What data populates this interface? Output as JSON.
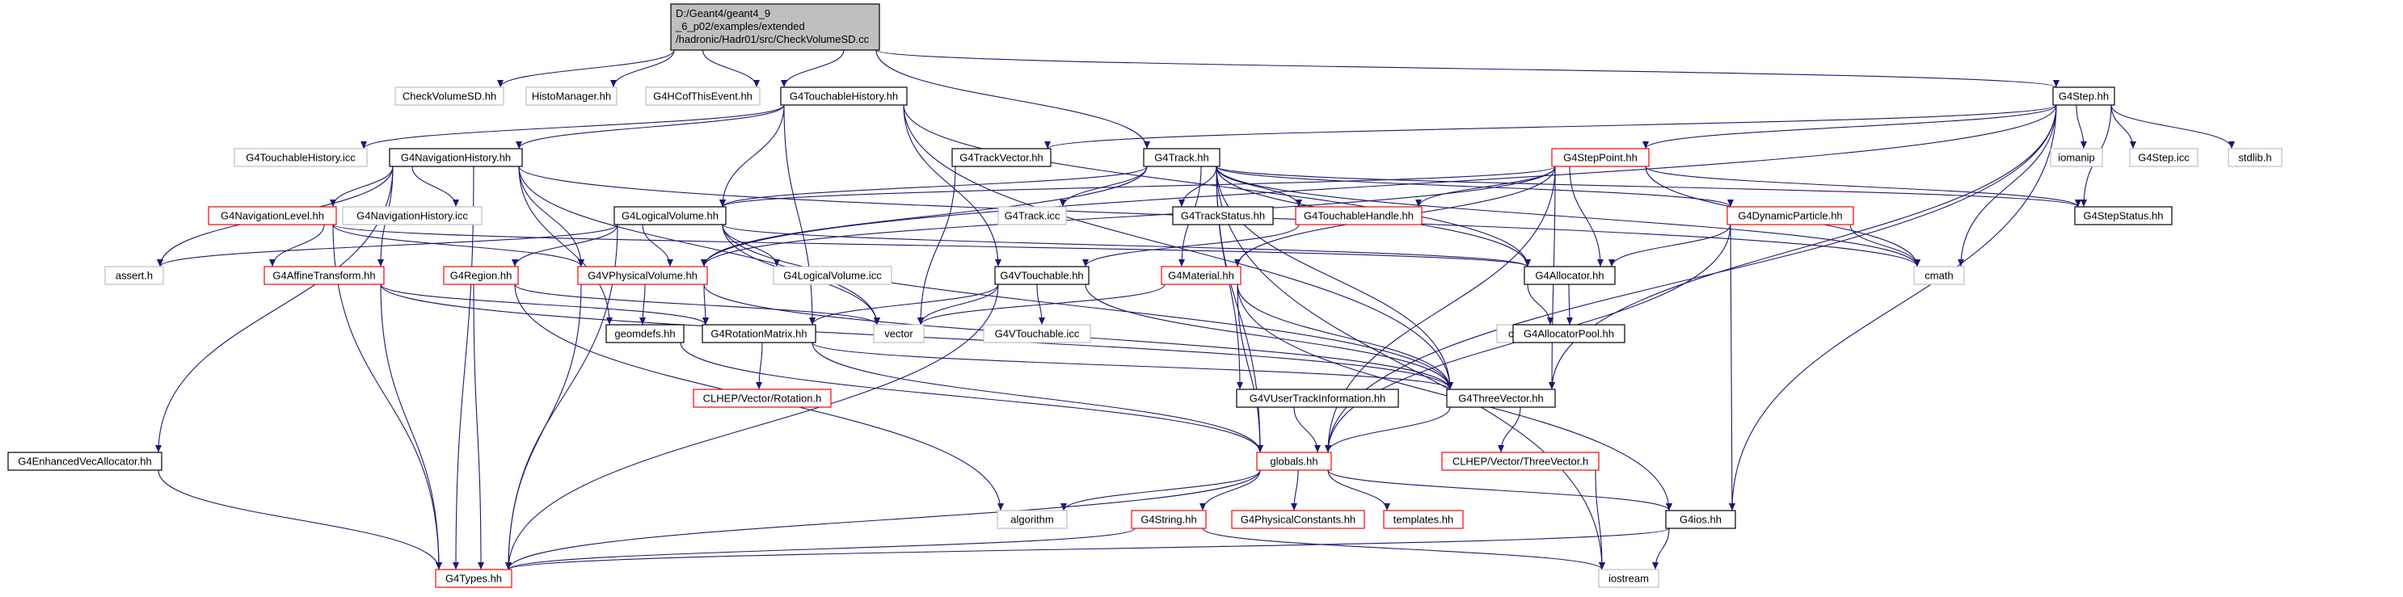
{
  "colors": {
    "edge": "#191970",
    "node_black": "#000000",
    "node_gray": "#bfbfbf",
    "node_red": "#ff0000",
    "root_fill": "#bfbfbf",
    "text": "#000000"
  },
  "diagram": {
    "nodes": [
      {
        "id": "root",
        "label": "D:/Geant4/geant4_9\n_6_p02/examples/extended\n/hadronic/Hadr01/src/CheckVolumeSD.cc",
        "border": "black",
        "root": true
      },
      {
        "id": "CheckVolumeSD",
        "label": "CheckVolumeSD.hh",
        "border": "gray"
      },
      {
        "id": "HistoManager",
        "label": "HistoManager.hh",
        "border": "gray"
      },
      {
        "id": "G4HCofThisEvent",
        "label": "G4HCofThisEvent.hh",
        "border": "gray"
      },
      {
        "id": "G4TouchableHistory",
        "label": "G4TouchableHistory.hh",
        "border": "black"
      },
      {
        "id": "G4Step",
        "label": "G4Step.hh",
        "border": "black"
      },
      {
        "id": "G4TouchableHistoryIcc",
        "label": "G4TouchableHistory.icc",
        "border": "gray"
      },
      {
        "id": "G4NavigationHistory",
        "label": "G4NavigationHistory.hh",
        "border": "black"
      },
      {
        "id": "G4TrackVector",
        "label": "G4TrackVector.hh",
        "border": "black"
      },
      {
        "id": "G4Track",
        "label": "G4Track.hh",
        "border": "black"
      },
      {
        "id": "G4StepPoint",
        "label": "G4StepPoint.hh",
        "border": "red"
      },
      {
        "id": "iomanip",
        "label": "iomanip",
        "border": "gray"
      },
      {
        "id": "G4StepIcc",
        "label": "G4Step.icc",
        "border": "gray"
      },
      {
        "id": "stdlib",
        "label": "stdlib.h",
        "border": "gray"
      },
      {
        "id": "G4NavigationLevel",
        "label": "G4NavigationLevel.hh",
        "border": "red"
      },
      {
        "id": "G4NavigationHistoryIcc",
        "label": "G4NavigationHistory.icc",
        "border": "gray"
      },
      {
        "id": "G4LogicalVolume",
        "label": "G4LogicalVolume.hh",
        "border": "black"
      },
      {
        "id": "G4TrackIcc",
        "label": "G4Track.icc",
        "border": "gray"
      },
      {
        "id": "G4TrackStatus",
        "label": "G4TrackStatus.hh",
        "border": "black"
      },
      {
        "id": "G4TouchableHandle",
        "label": "G4TouchableHandle.hh",
        "border": "red"
      },
      {
        "id": "G4DynamicParticle",
        "label": "G4DynamicParticle.hh",
        "border": "red"
      },
      {
        "id": "G4StepStatus",
        "label": "G4StepStatus.hh",
        "border": "black"
      },
      {
        "id": "assert",
        "label": "assert.h",
        "border": "gray"
      },
      {
        "id": "G4AffineTransform",
        "label": "G4AffineTransform.hh",
        "border": "red"
      },
      {
        "id": "G4Region",
        "label": "G4Region.hh",
        "border": "red"
      },
      {
        "id": "G4VPhysicalVolume",
        "label": "G4VPhysicalVolume.hh",
        "border": "red"
      },
      {
        "id": "G4LogicalVolumeIcc",
        "label": "G4LogicalVolume.icc",
        "border": "gray"
      },
      {
        "id": "G4VTouchable",
        "label": "G4VTouchable.hh",
        "border": "black"
      },
      {
        "id": "G4Material",
        "label": "G4Material.hh",
        "border": "red"
      },
      {
        "id": "G4Allocator",
        "label": "G4Allocator.hh",
        "border": "black"
      },
      {
        "id": "cmath",
        "label": "cmath",
        "border": "gray"
      },
      {
        "id": "geomdefs",
        "label": "geomdefs.hh",
        "border": "black"
      },
      {
        "id": "G4RotationMatrix",
        "label": "G4RotationMatrix.hh",
        "border": "black"
      },
      {
        "id": "vector",
        "label": "vector",
        "border": "gray"
      },
      {
        "id": "G4VTouchableIcc",
        "label": "G4VTouchable.icc",
        "border": "gray"
      },
      {
        "id": "cstddef",
        "label": "cstddef",
        "border": "gray"
      },
      {
        "id": "G4AllocatorPool",
        "label": "G4AllocatorPool.hh",
        "border": "black"
      },
      {
        "id": "CLHEPRotation",
        "label": "CLHEP/Vector/Rotation.h",
        "border": "red"
      },
      {
        "id": "G4VUserTrackInformation",
        "label": "G4VUserTrackInformation.hh",
        "border": "black"
      },
      {
        "id": "G4ThreeVector",
        "label": "G4ThreeVector.hh",
        "border": "black"
      },
      {
        "id": "G4EnhancedVecAllocator",
        "label": "G4EnhancedVecAllocator.hh",
        "border": "black"
      },
      {
        "id": "CLHEPThreeVector",
        "label": "CLHEP/Vector/ThreeVector.h",
        "border": "red"
      },
      {
        "id": "globals",
        "label": "globals.hh",
        "border": "red"
      },
      {
        "id": "algorithm",
        "label": "algorithm",
        "border": "gray"
      },
      {
        "id": "G4String",
        "label": "G4String.hh",
        "border": "red"
      },
      {
        "id": "G4PhysicalConstants",
        "label": "G4PhysicalConstants.hh",
        "border": "red"
      },
      {
        "id": "templates",
        "label": "templates.hh",
        "border": "red"
      },
      {
        "id": "G4ios",
        "label": "G4ios.hh",
        "border": "black"
      },
      {
        "id": "G4Types",
        "label": "G4Types.hh",
        "border": "red"
      },
      {
        "id": "iostream",
        "label": "iostream",
        "border": "gray"
      }
    ],
    "edges": [
      [
        "root",
        "CheckVolumeSD"
      ],
      [
        "root",
        "HistoManager"
      ],
      [
        "root",
        "G4HCofThisEvent"
      ],
      [
        "root",
        "G4TouchableHistory"
      ],
      [
        "root",
        "G4Step"
      ],
      [
        "root",
        "G4Track"
      ],
      [
        "G4TouchableHistory",
        "G4TouchableHistoryIcc"
      ],
      [
        "G4TouchableHistory",
        "G4NavigationHistory"
      ],
      [
        "G4TouchableHistory",
        "G4LogicalVolume"
      ],
      [
        "G4TouchableHistory",
        "G4VTouchable"
      ],
      [
        "G4TouchableHistory",
        "G4Allocator"
      ],
      [
        "G4TouchableHistory",
        "G4ThreeVector"
      ],
      [
        "G4TouchableHistory",
        "G4RotationMatrix"
      ],
      [
        "G4NavigationHistory",
        "G4NavigationLevel"
      ],
      [
        "G4NavigationHistory",
        "G4NavigationHistoryIcc"
      ],
      [
        "G4NavigationHistory",
        "assert"
      ],
      [
        "G4NavigationHistory",
        "G4AffineTransform"
      ],
      [
        "G4NavigationHistory",
        "G4VPhysicalVolume"
      ],
      [
        "G4NavigationHistory",
        "vector"
      ],
      [
        "G4NavigationHistory",
        "geomdefs"
      ],
      [
        "G4NavigationHistory",
        "G4EnhancedVecAllocator"
      ],
      [
        "G4NavigationHistory",
        "G4Types"
      ],
      [
        "G4NavigationHistory",
        "cmath"
      ],
      [
        "G4NavigationLevel",
        "G4AffineTransform"
      ],
      [
        "G4NavigationLevel",
        "G4VPhysicalVolume"
      ],
      [
        "G4NavigationLevel",
        "G4Allocator"
      ],
      [
        "G4NavigationLevel",
        "G4Types"
      ],
      [
        "G4AffineTransform",
        "G4RotationMatrix"
      ],
      [
        "G4AffineTransform",
        "G4ThreeVector"
      ],
      [
        "G4AffineTransform",
        "G4Types"
      ],
      [
        "G4LogicalVolume",
        "assert"
      ],
      [
        "G4LogicalVolume",
        "G4Region"
      ],
      [
        "G4LogicalVolume",
        "G4VPhysicalVolume"
      ],
      [
        "G4LogicalVolume",
        "G4LogicalVolumeIcc"
      ],
      [
        "G4LogicalVolume",
        "vector"
      ],
      [
        "G4LogicalVolume",
        "G4Types"
      ],
      [
        "G4LogicalVolume",
        "G4Allocator"
      ],
      [
        "G4LogicalVolume",
        "G4ThreeVector"
      ],
      [
        "G4Region",
        "vector"
      ],
      [
        "G4Region",
        "G4Types"
      ],
      [
        "G4Region",
        "algorithm"
      ],
      [
        "G4VPhysicalVolume",
        "geomdefs"
      ],
      [
        "G4VPhysicalVolume",
        "G4RotationMatrix"
      ],
      [
        "G4VPhysicalVolume",
        "G4ThreeVector"
      ],
      [
        "G4VPhysicalVolume",
        "G4Types"
      ],
      [
        "G4VTouchable",
        "G4VTouchableIcc"
      ],
      [
        "G4VTouchable",
        "vector"
      ],
      [
        "G4VTouchable",
        "G4RotationMatrix"
      ],
      [
        "G4VTouchable",
        "G4ThreeVector"
      ],
      [
        "G4VTouchable",
        "G4Types"
      ],
      [
        "G4Step",
        "G4TrackVector"
      ],
      [
        "G4Step",
        "G4StepPoint"
      ],
      [
        "G4Step",
        "iomanip"
      ],
      [
        "G4Step",
        "G4StepIcc"
      ],
      [
        "G4Step",
        "stdlib"
      ],
      [
        "G4Step",
        "G4StepStatus"
      ],
      [
        "G4Step",
        "cmath"
      ],
      [
        "G4Step",
        "G4ThreeVector"
      ],
      [
        "G4Step",
        "globals"
      ],
      [
        "G4Step",
        "G4ios"
      ],
      [
        "G4Step",
        "G4VPhysicalVolume"
      ],
      [
        "G4TrackVector",
        "vector"
      ],
      [
        "G4Track",
        "G4LogicalVolume"
      ],
      [
        "G4Track",
        "G4TrackIcc"
      ],
      [
        "G4Track",
        "G4TrackStatus"
      ],
      [
        "G4Track",
        "G4TouchableHandle"
      ],
      [
        "G4Track",
        "G4DynamicParticle"
      ],
      [
        "G4Track",
        "G4StepStatus"
      ],
      [
        "G4Track",
        "G4VPhysicalVolume"
      ],
      [
        "G4Track",
        "G4Material"
      ],
      [
        "G4Track",
        "G4Allocator"
      ],
      [
        "G4Track",
        "G4VUserTrackInformation"
      ],
      [
        "G4Track",
        "G4ThreeVector"
      ],
      [
        "G4Track",
        "globals"
      ],
      [
        "G4Track",
        "cmath"
      ],
      [
        "G4Track",
        "iostream"
      ],
      [
        "G4StepPoint",
        "G4TouchableHandle"
      ],
      [
        "G4StepPoint",
        "G4Allocator"
      ],
      [
        "G4StepPoint",
        "G4VPhysicalVolume"
      ],
      [
        "G4StepPoint",
        "G4LogicalVolume"
      ],
      [
        "G4StepPoint",
        "G4Material"
      ],
      [
        "G4StepPoint",
        "G4ThreeVector"
      ],
      [
        "G4StepPoint",
        "globals"
      ],
      [
        "G4StepPoint",
        "cmath"
      ],
      [
        "G4StepPoint",
        "G4StepStatus"
      ],
      [
        "G4TouchableHandle",
        "G4VTouchable"
      ],
      [
        "G4DynamicParticle",
        "G4Allocator"
      ],
      [
        "G4DynamicParticle",
        "cmath"
      ],
      [
        "G4DynamicParticle",
        "globals"
      ],
      [
        "G4DynamicParticle",
        "G4ios"
      ],
      [
        "G4Material",
        "vector"
      ],
      [
        "G4Material",
        "G4ThreeVector"
      ],
      [
        "G4Material",
        "globals"
      ],
      [
        "G4Material",
        "G4ios"
      ],
      [
        "G4Allocator",
        "cstddef"
      ],
      [
        "G4Allocator",
        "G4AllocatorPool"
      ],
      [
        "geomdefs",
        "globals"
      ],
      [
        "G4RotationMatrix",
        "CLHEPRotation"
      ],
      [
        "G4RotationMatrix",
        "G4ThreeVector"
      ],
      [
        "G4RotationMatrix",
        "globals"
      ],
      [
        "G4VUserTrackInformation",
        "globals"
      ],
      [
        "G4ThreeVector",
        "CLHEPThreeVector"
      ],
      [
        "G4ThreeVector",
        "globals"
      ],
      [
        "CLHEPThreeVector",
        "iostream"
      ],
      [
        "G4EnhancedVecAllocator",
        "G4Types"
      ],
      [
        "globals",
        "algorithm"
      ],
      [
        "globals",
        "G4String"
      ],
      [
        "globals",
        "G4PhysicalConstants"
      ],
      [
        "globals",
        "templates"
      ],
      [
        "globals",
        "G4ios"
      ],
      [
        "globals",
        "G4Types"
      ],
      [
        "G4String",
        "G4Types"
      ],
      [
        "G4String",
        "iostream"
      ],
      [
        "G4ios",
        "G4Types"
      ],
      [
        "G4ios",
        "iostream"
      ]
    ]
  }
}
